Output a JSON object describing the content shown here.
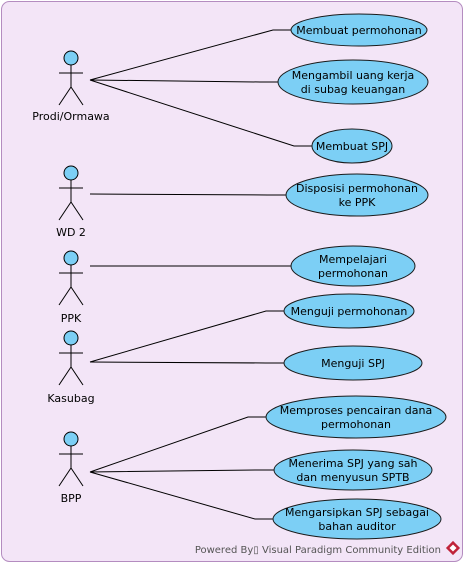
{
  "colors": {
    "background": "#f3e5f7",
    "frame_border": "#b48cc0",
    "usecase_fill": "#7ccff5",
    "usecase_stroke": "#1a1a1a",
    "actor_fill": "#7ccff5",
    "line": "#000000",
    "brand": "#c0233a"
  },
  "actors": [
    {
      "id": "prodi",
      "label": "Prodi/Ormawa",
      "icon": "stick-figure-icon"
    },
    {
      "id": "wd2",
      "label": "WD 2",
      "icon": "stick-figure-icon"
    },
    {
      "id": "ppk",
      "label": "PPK",
      "icon": "stick-figure-icon"
    },
    {
      "id": "kasubag",
      "label": "Kasubag",
      "icon": "stick-figure-icon"
    },
    {
      "id": "bpp",
      "label": "BPP",
      "icon": "stick-figure-icon"
    }
  ],
  "use_cases": [
    {
      "id": "uc1",
      "actor": "prodi",
      "lines": [
        "Membuat permohonan"
      ]
    },
    {
      "id": "uc2",
      "actor": "prodi",
      "lines": [
        "Mengambil uang kerja",
        "di subag keuangan"
      ]
    },
    {
      "id": "uc3",
      "actor": "prodi",
      "lines": [
        "Membuat SPJ"
      ]
    },
    {
      "id": "uc4",
      "actor": "wd2",
      "lines": [
        "Disposisi permohonan",
        "ke PPK"
      ]
    },
    {
      "id": "uc5",
      "actor": "ppk",
      "lines": [
        "Mempelajari",
        "permohonan"
      ]
    },
    {
      "id": "uc6",
      "actor": "kasubag",
      "lines": [
        "Menguji permohonan"
      ]
    },
    {
      "id": "uc7",
      "actor": "kasubag",
      "lines": [
        "Menguji SPJ"
      ]
    },
    {
      "id": "uc8",
      "actor": "bpp",
      "lines": [
        "Memproses pencairan dana",
        "permohonan"
      ]
    },
    {
      "id": "uc9",
      "actor": "bpp",
      "lines": [
        "Menerima SPJ yang sah",
        "dan menyusun SPTB"
      ]
    },
    {
      "id": "uc10",
      "actor": "bpp",
      "lines": [
        "Mengarsipkan SPJ sebagai",
        "bahan auditor"
      ]
    }
  ],
  "footer": {
    "text": "Powered By▯ Visual Paradigm Community Edition",
    "logo_icon": "visual-paradigm-logo-icon"
  }
}
